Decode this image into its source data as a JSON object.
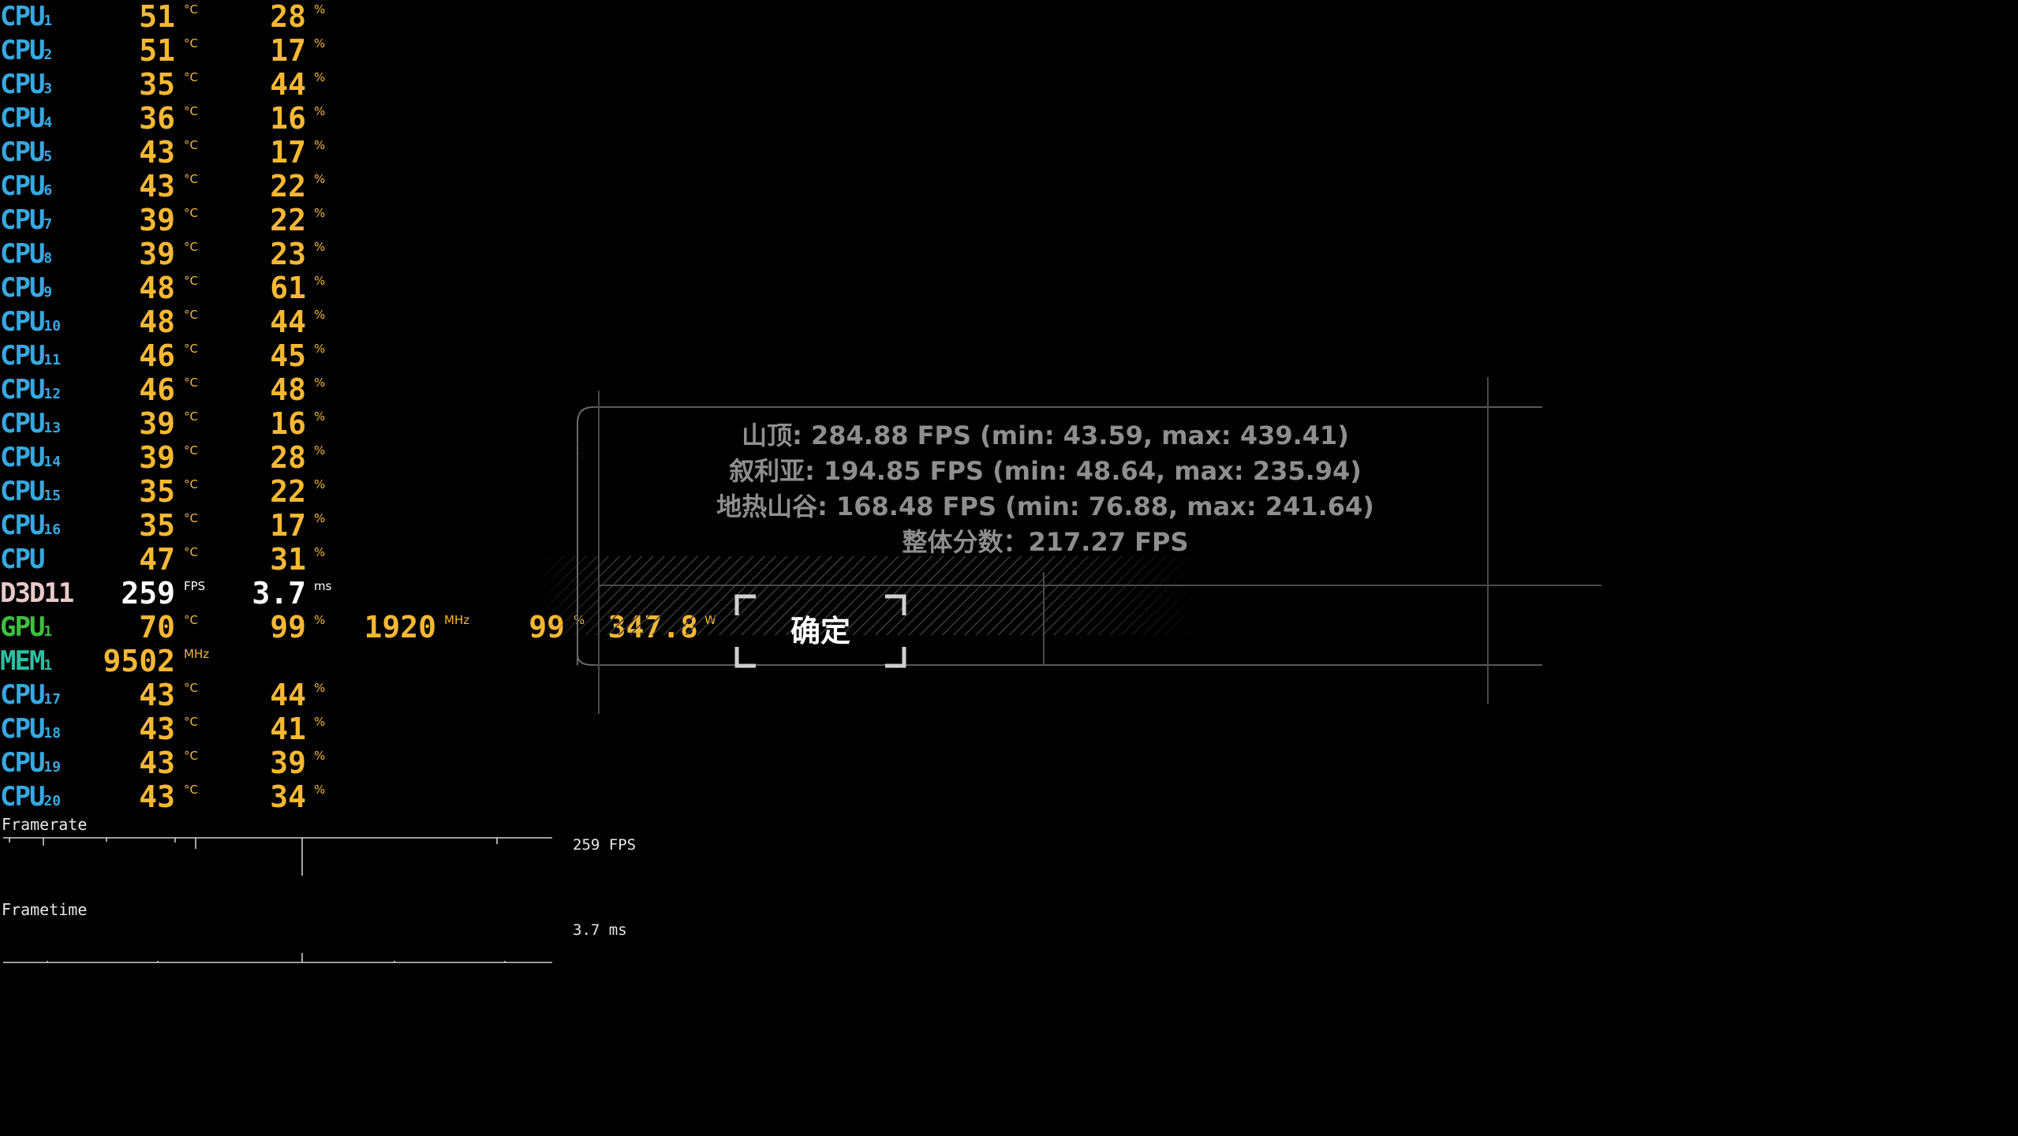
{
  "colors": {
    "cpu_label": "#38a8e0",
    "gpu_label": "#3fbf3f",
    "mem_label": "#2bbfa0",
    "d3d_label": "#e8c9c9",
    "value": "#f5b833",
    "fps_value": "#ffffff",
    "dialog_text": "#8e8e8e",
    "button_text": "#ffffff"
  },
  "units": {
    "temp": "°C",
    "percent": "%",
    "fps": "FPS",
    "ms": "ms",
    "mhz": "MHz",
    "watt": "W"
  },
  "cores_a": [
    {
      "name": "CPU",
      "sub": "1",
      "temp": "51",
      "load": "28"
    },
    {
      "name": "CPU",
      "sub": "2",
      "temp": "51",
      "load": "17"
    },
    {
      "name": "CPU",
      "sub": "3",
      "temp": "35",
      "load": "44"
    },
    {
      "name": "CPU",
      "sub": "4",
      "temp": "36",
      "load": "16"
    },
    {
      "name": "CPU",
      "sub": "5",
      "temp": "43",
      "load": "17"
    },
    {
      "name": "CPU",
      "sub": "6",
      "temp": "43",
      "load": "22"
    },
    {
      "name": "CPU",
      "sub": "7",
      "temp": "39",
      "load": "22"
    },
    {
      "name": "CPU",
      "sub": "8",
      "temp": "39",
      "load": "23"
    },
    {
      "name": "CPU",
      "sub": "9",
      "temp": "48",
      "load": "61"
    },
    {
      "name": "CPU",
      "sub": "10",
      "temp": "48",
      "load": "44"
    },
    {
      "name": "CPU",
      "sub": "11",
      "temp": "46",
      "load": "45"
    },
    {
      "name": "CPU",
      "sub": "12",
      "temp": "46",
      "load": "48"
    },
    {
      "name": "CPU",
      "sub": "13",
      "temp": "39",
      "load": "16"
    },
    {
      "name": "CPU",
      "sub": "14",
      "temp": "39",
      "load": "28"
    },
    {
      "name": "CPU",
      "sub": "15",
      "temp": "35",
      "load": "22"
    },
    {
      "name": "CPU",
      "sub": "16",
      "temp": "35",
      "load": "17"
    },
    {
      "name": "CPU",
      "sub": "",
      "temp": "47",
      "load": "31"
    }
  ],
  "d3d": {
    "name": "D3D11",
    "fps": "259",
    "frametime": "3.7"
  },
  "gpu": {
    "name": "GPU",
    "sub": "1",
    "temp": "70",
    "load": "99",
    "clock": "1920",
    "mem_load": "99",
    "power": "347.8"
  },
  "mem": {
    "name": "MEM",
    "sub": "1",
    "clock": "9502"
  },
  "cores_b": [
    {
      "name": "CPU",
      "sub": "17",
      "temp": "43",
      "load": "44"
    },
    {
      "name": "CPU",
      "sub": "18",
      "temp": "43",
      "load": "41"
    },
    {
      "name": "CPU",
      "sub": "19",
      "temp": "43",
      "load": "39"
    },
    {
      "name": "CPU",
      "sub": "20",
      "temp": "43",
      "load": "34"
    }
  ],
  "graphs": {
    "framerate": {
      "label": "Framerate",
      "value": "259 FPS"
    },
    "frametime": {
      "label": "Frametime",
      "value": "3.7 ms"
    }
  },
  "dialog": {
    "results": [
      "山顶: 284.88 FPS (min: 43.59, max: 439.41)",
      "叙利亚: 194.85 FPS (min: 48.64, max: 235.94)",
      "地热山谷: 168.48 FPS (min: 76.88, max: 241.64)",
      "整体分数：217.27 FPS"
    ],
    "confirm_label": "确定"
  }
}
